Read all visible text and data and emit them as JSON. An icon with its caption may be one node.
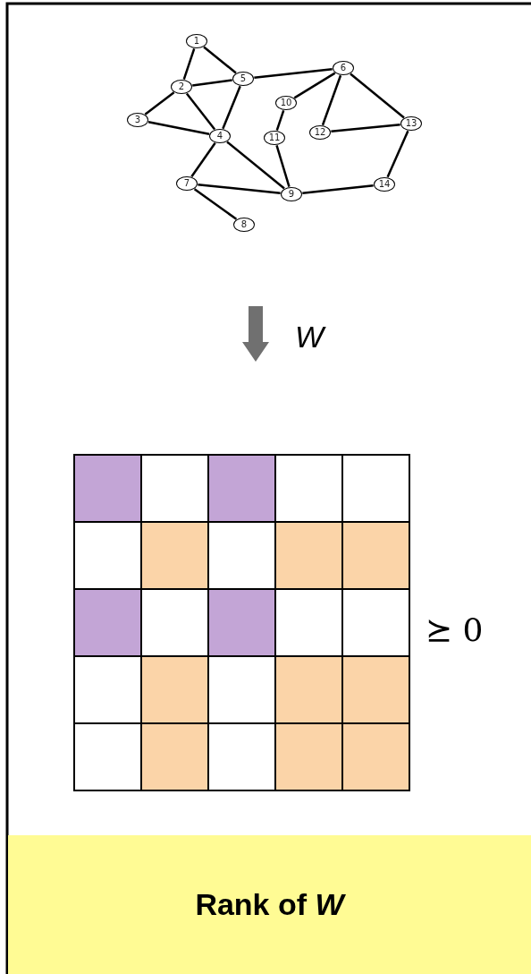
{
  "diagram": {
    "nodes": [
      {
        "text": [
          "1"
        ]
      },
      {
        "text": [
          "2"
        ]
      },
      {
        "text": [
          "3"
        ]
      },
      {
        "text": [
          "4"
        ]
      },
      {
        "text": [
          "5"
        ]
      },
      {
        "text": [
          "6"
        ]
      },
      {
        "text": [
          "7"
        ]
      },
      {
        "text": [
          "8"
        ]
      },
      {
        "text": [
          "9"
        ]
      },
      {
        "text": [
          "10"
        ]
      },
      {
        "text": [
          "11"
        ]
      },
      {
        "text": [
          "12"
        ]
      },
      {
        "text": [
          "13"
        ]
      },
      {
        "text": [
          "14"
        ]
      },
      {
        "text": [
          "Rank of *W*"
        ]
      }
    ],
    "edges": [
      {
        "from": 0,
        "to": 1,
        "arrow": "none"
      },
      {
        "from": 0,
        "to": 4,
        "arrow": "none"
      },
      {
        "from": 1,
        "to": 4,
        "arrow": "none"
      },
      {
        "from": 1,
        "to": 2,
        "arrow": "none"
      },
      {
        "from": 1,
        "to": 3,
        "arrow": "none"
      },
      {
        "from": 2,
        "to": 3,
        "arrow": "none"
      },
      {
        "from": 4,
        "to": 3,
        "arrow": "none"
      },
      {
        "from": 4,
        "to": 5,
        "arrow": "none"
      },
      {
        "from": 5,
        "to": 9,
        "arrow": "none"
      },
      {
        "from": 5,
        "to": 11,
        "arrow": "none"
      },
      {
        "from": 5,
        "to": 12,
        "arrow": "none"
      },
      {
        "from": 9,
        "to": 10,
        "arrow": "none"
      },
      {
        "from": 10,
        "to": 8,
        "arrow": "none"
      },
      {
        "from": 11,
        "to": 12,
        "arrow": "none"
      },
      {
        "from": 12,
        "to": 13,
        "arrow": "none"
      },
      {
        "from": 13,
        "to": 8,
        "arrow": "none"
      },
      {
        "from": 3,
        "to": 6,
        "arrow": "none"
      },
      {
        "from": 3,
        "to": 8,
        "arrow": "none"
      },
      {
        "from": 6,
        "to": 8,
        "arrow": "none"
      },
      {
        "from": 6,
        "to": 7,
        "arrow": "none"
      }
    ],
    "labels": [
      "W",
      "⪰ 0"
    ]
  }
}
